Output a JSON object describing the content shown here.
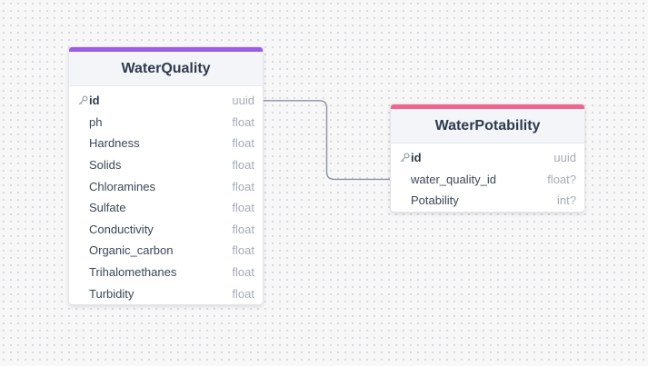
{
  "tables": [
    {
      "name": "WaterQuality",
      "accent": "#9b5de5",
      "columns": [
        {
          "name": "id",
          "type": "uuid",
          "pk": true
        },
        {
          "name": "ph",
          "type": "float"
        },
        {
          "name": "Hardness",
          "type": "float"
        },
        {
          "name": "Solids",
          "type": "float"
        },
        {
          "name": "Chloramines",
          "type": "float"
        },
        {
          "name": "Sulfate",
          "type": "float"
        },
        {
          "name": "Conductivity",
          "type": "float"
        },
        {
          "name": "Organic_carbon",
          "type": "float"
        },
        {
          "name": "Trihalomethanes",
          "type": "float"
        },
        {
          "name": "Turbidity",
          "type": "float"
        }
      ]
    },
    {
      "name": "WaterPotability",
      "accent": "#f0658d",
      "columns": [
        {
          "name": "id",
          "type": "uuid",
          "pk": true
        },
        {
          "name": "water_quality_id",
          "type": "float?"
        },
        {
          "name": "Potability",
          "type": "int?"
        }
      ]
    }
  ],
  "relations": [
    {
      "from": "WaterQuality.id",
      "to": "WaterPotability.water_quality_id"
    }
  ],
  "colors": {
    "connector": "#8c939e",
    "key_icon": "#9aa1ab"
  }
}
